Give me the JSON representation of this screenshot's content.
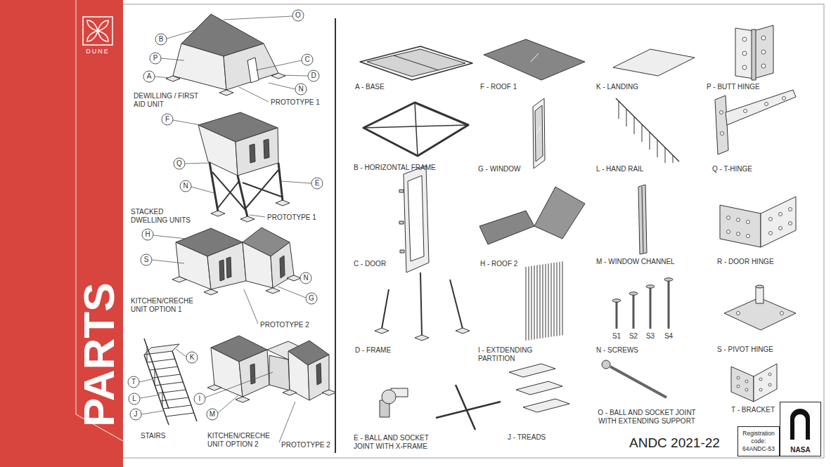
{
  "diagram": {
    "title": "PARTS",
    "nodes": [
      {
        "text": [
          "Registration code:",
          "64ANDC-53"
        ]
      },
      {
        "text": [
          "NASA"
        ]
      }
    ],
    "labels": [
      "DUNE",
      "B",
      "O",
      "P",
      "C",
      "A",
      "D",
      "N",
      "DEWILLING / FIRST AID UNIT",
      "PROTOTYPE 1",
      "F",
      "Q",
      "N",
      "E",
      "STACKED DWELLING UNITS",
      "PROTOTYPE 1",
      "H",
      "S",
      "N",
      "G",
      "KITCHEN/CRECHE UNIT OPTION 1",
      "PROTOTYPE 2",
      "K",
      "T",
      "L",
      "J",
      "STAIRS",
      "I",
      "M",
      "KITCHEN/CRECHE UNIT OPTION 2",
      "PROTOTYPE 2",
      "A - BASE",
      "F - ROOF 1",
      "K - LANDING",
      "P - BUTT HINGE",
      "B - HORIZONTAL FRAME",
      "G - WINDOW",
      "L - HAND RAIL",
      "Q - T-HINGE",
      "C - DOOR",
      "H - ROOF 2",
      "M - WINDOW CHANNEL",
      "R - DOOR HINGE",
      "D - FRAME",
      "I - EXTDENDING PARTITION",
      "S1",
      "S2",
      "S3",
      "S4",
      "N - SCREWS",
      "S - PIVOT HINGE",
      "E - BALL AND SOCKET JOINT WITH X-FRAME",
      "J - TREADS",
      "O - BALL AND SOCKET JOINT WITH EXTENDING SUPPORT",
      "T - BRACKET",
      "ANDC 2021-22"
    ]
  }
}
